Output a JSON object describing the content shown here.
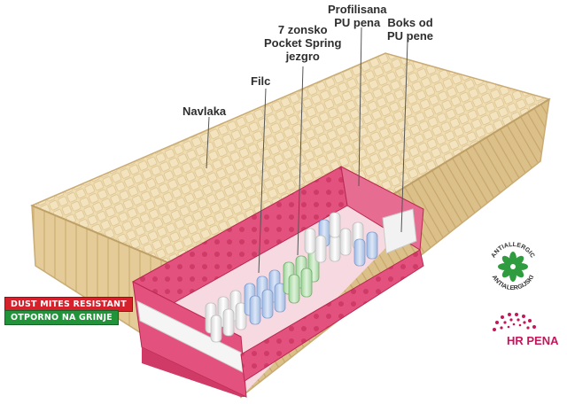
{
  "labels": {
    "navlaka": "Navlaka",
    "filc": "Filc",
    "pocket_spring": [
      "7 zonsko",
      "Pocket Spring",
      "jezgro"
    ],
    "profilisana": [
      "Profilisana",
      "PU pena"
    ],
    "boks": [
      "Boks od",
      "PU pene"
    ]
  },
  "badges": {
    "dust_mites": "DUST MITES RESISTANT",
    "otporno": "OTPORNO NA GRINJE"
  },
  "seal": {
    "top_text": "ANTIALLERGIC",
    "bottom_text": "ANTIALERGIJSKI"
  },
  "brand": {
    "name": "HR PENA"
  },
  "colors": {
    "cover": "#efdcb0",
    "cover_side": "#e2c993",
    "foam_pink": "#e3527e",
    "springs_blue": "#b7cdeb",
    "springs_green": "#bfe3b6",
    "springs_white": "#f4f4f4",
    "badge_red": "#d6202b",
    "badge_green": "#21943a",
    "brand_pink": "#c2185b"
  }
}
